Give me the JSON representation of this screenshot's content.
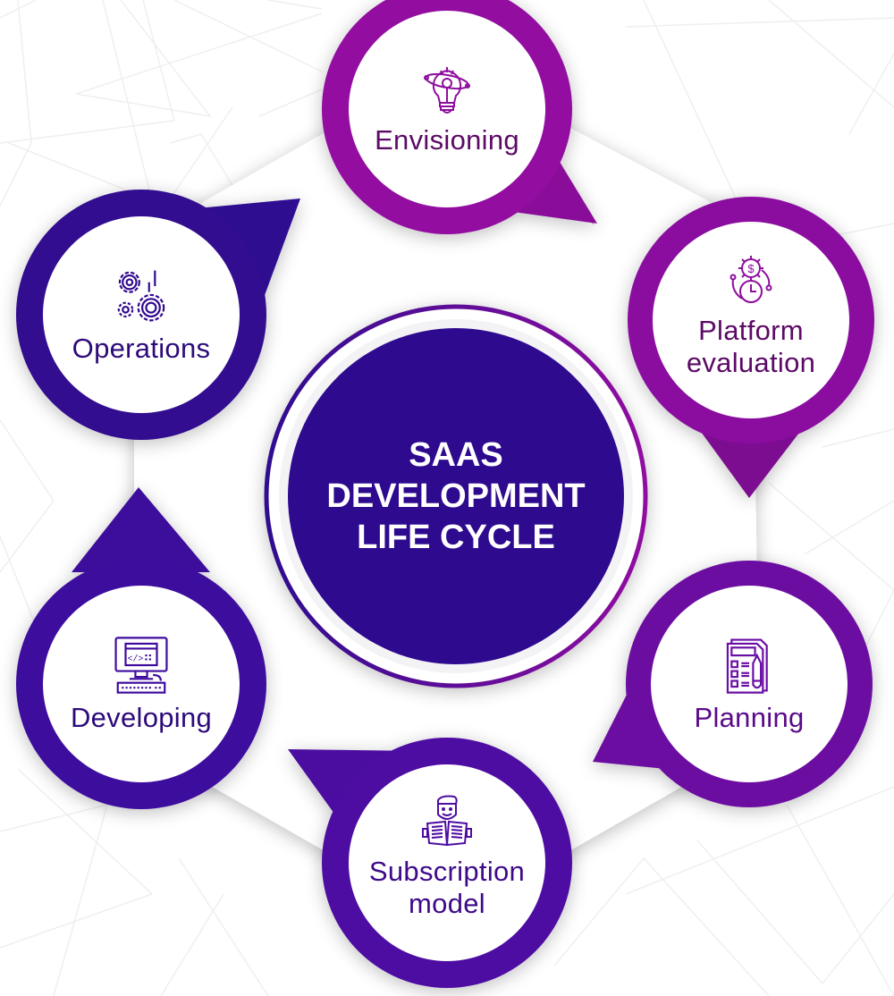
{
  "diagram": {
    "title_lines": [
      "SAAS",
      "DEVELOPMENT",
      "LIFE CYCLE"
    ],
    "colors": {
      "center_fill": "#2e0a8f",
      "magenta": "#8e0e9e",
      "violet": "#6a0fa6",
      "indigo": "#3a0a9a",
      "text_magenta": "#5c0a66",
      "text_indigo": "#2d0a7a",
      "background_lines": "#eeeeee"
    },
    "stages": [
      {
        "id": "envisioning",
        "label_lines": [
          "Envisioning"
        ],
        "icon": "lightbulb-icon"
      },
      {
        "id": "platform-evaluation",
        "label_lines": [
          "Platform",
          "evaluation"
        ],
        "icon": "gear-dollar-clock-icon"
      },
      {
        "id": "planning",
        "label_lines": [
          "Planning"
        ],
        "icon": "checklist-pencil-icon"
      },
      {
        "id": "subscription-model",
        "label_lines": [
          "Subscription",
          "model"
        ],
        "icon": "person-reading-newspaper-icon"
      },
      {
        "id": "developing",
        "label_lines": [
          "Developing"
        ],
        "icon": "computer-code-icon"
      },
      {
        "id": "operations",
        "label_lines": [
          "Operations"
        ],
        "icon": "gears-icon"
      }
    ]
  }
}
